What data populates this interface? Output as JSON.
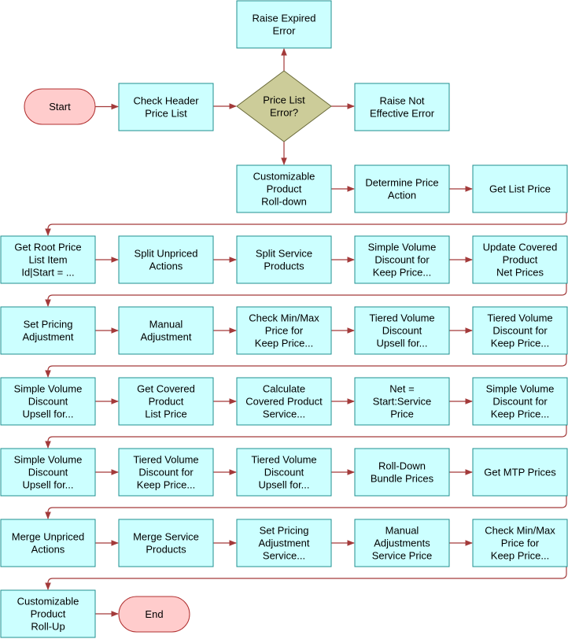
{
  "diagram": {
    "colors": {
      "process_fill": "#ccffff",
      "process_stroke": "#1f8f8f",
      "terminal_fill": "#ffcccc",
      "terminal_stroke": "#b03030",
      "decision_fill": "#cccc99",
      "connector": "#a33a3a"
    },
    "nodes": [
      {
        "id": "start",
        "shape": "terminal",
        "lines": [
          "Start"
        ]
      },
      {
        "id": "check_header",
        "shape": "process",
        "lines": [
          "Check Header",
          "Price List"
        ]
      },
      {
        "id": "pl_error",
        "shape": "decision",
        "lines": [
          "Price List",
          "Error?"
        ]
      },
      {
        "id": "raise_expired",
        "shape": "process",
        "lines": [
          "Raise Expired",
          "Error"
        ]
      },
      {
        "id": "raise_not_eff",
        "shape": "process",
        "lines": [
          "Raise Not",
          "Effective Error"
        ]
      },
      {
        "id": "cust_rolldown",
        "shape": "process",
        "lines": [
          "Customizable",
          "Product",
          "Roll-down"
        ]
      },
      {
        "id": "determine_pa",
        "shape": "process",
        "lines": [
          "Determine Price",
          "Action"
        ]
      },
      {
        "id": "get_list",
        "shape": "process",
        "lines": [
          "Get List Price"
        ]
      },
      {
        "id": "get_root",
        "shape": "process",
        "lines": [
          "Get Root Price",
          "List Item",
          "Id|Start = ..."
        ]
      },
      {
        "id": "split_unpriced",
        "shape": "process",
        "lines": [
          "Split Unpriced",
          "Actions"
        ]
      },
      {
        "id": "split_service",
        "shape": "process",
        "lines": [
          "Split Service",
          "Products"
        ]
      },
      {
        "id": "svd_keep1",
        "shape": "process",
        "lines": [
          "Simple Volume",
          "Discount for",
          "Keep Price..."
        ]
      },
      {
        "id": "upd_covered",
        "shape": "process",
        "lines": [
          "Update Covered",
          "Product",
          "Net Prices"
        ]
      },
      {
        "id": "set_adj",
        "shape": "process",
        "lines": [
          "Set Pricing",
          "Adjustment"
        ]
      },
      {
        "id": "manual_adj",
        "shape": "process",
        "lines": [
          "Manual",
          "Adjustment"
        ]
      },
      {
        "id": "minmax_keep1",
        "shape": "process",
        "lines": [
          "Check Min/Max",
          "Price for",
          "Keep Price..."
        ]
      },
      {
        "id": "tvd_upsell1",
        "shape": "process",
        "lines": [
          "Tiered Volume",
          "Discount",
          "Upsell for..."
        ]
      },
      {
        "id": "tvd_keep1",
        "shape": "process",
        "lines": [
          "Tiered Volume",
          "Discount for",
          "Keep Price..."
        ]
      },
      {
        "id": "svd_upsell1",
        "shape": "process",
        "lines": [
          "Simple Volume",
          "Discount",
          "Upsell for..."
        ]
      },
      {
        "id": "get_cov_list",
        "shape": "process",
        "lines": [
          "Get Covered",
          "Product",
          "List Price"
        ]
      },
      {
        "id": "calc_cov_service",
        "shape": "process",
        "lines": [
          "Calculate",
          "Covered Product",
          "Service..."
        ]
      },
      {
        "id": "net_start",
        "shape": "process",
        "lines": [
          "Net =",
          "Start:Service",
          "Price"
        ]
      },
      {
        "id": "svd_keep2",
        "shape": "process",
        "lines": [
          "Simple Volume",
          "Discount for",
          "Keep Price..."
        ]
      },
      {
        "id": "svd_upsell2",
        "shape": "process",
        "lines": [
          "Simple Volume",
          "Discount",
          "Upsell for..."
        ]
      },
      {
        "id": "tvd_keep2",
        "shape": "process",
        "lines": [
          "Tiered Volume",
          "Discount for",
          "Keep Price..."
        ]
      },
      {
        "id": "tvd_upsell2",
        "shape": "process",
        "lines": [
          "Tiered Volume",
          "Discount",
          "Upsell for..."
        ]
      },
      {
        "id": "rolldown_bundle",
        "shape": "process",
        "lines": [
          "Roll-Down",
          "Bundle Prices"
        ]
      },
      {
        "id": "get_mtp",
        "shape": "process",
        "lines": [
          "Get MTP Prices"
        ]
      },
      {
        "id": "merge_unpriced",
        "shape": "process",
        "lines": [
          "Merge Unpriced",
          "Actions"
        ]
      },
      {
        "id": "merge_service",
        "shape": "process",
        "lines": [
          "Merge Service",
          "Products"
        ]
      },
      {
        "id": "set_adj_service",
        "shape": "process",
        "lines": [
          "Set Pricing",
          "Adjustment",
          "Service..."
        ]
      },
      {
        "id": "manual_adj_service",
        "shape": "process",
        "lines": [
          "Manual",
          "Adjustments",
          "Service Price"
        ]
      },
      {
        "id": "minmax_keep2",
        "shape": "process",
        "lines": [
          "Check Min/Max",
          "Price for",
          "Keep Price..."
        ]
      },
      {
        "id": "cust_rollup",
        "shape": "process",
        "lines": [
          "Customizable",
          "Product",
          "Roll-Up"
        ]
      },
      {
        "id": "end",
        "shape": "terminal",
        "lines": [
          "End"
        ]
      }
    ]
  }
}
